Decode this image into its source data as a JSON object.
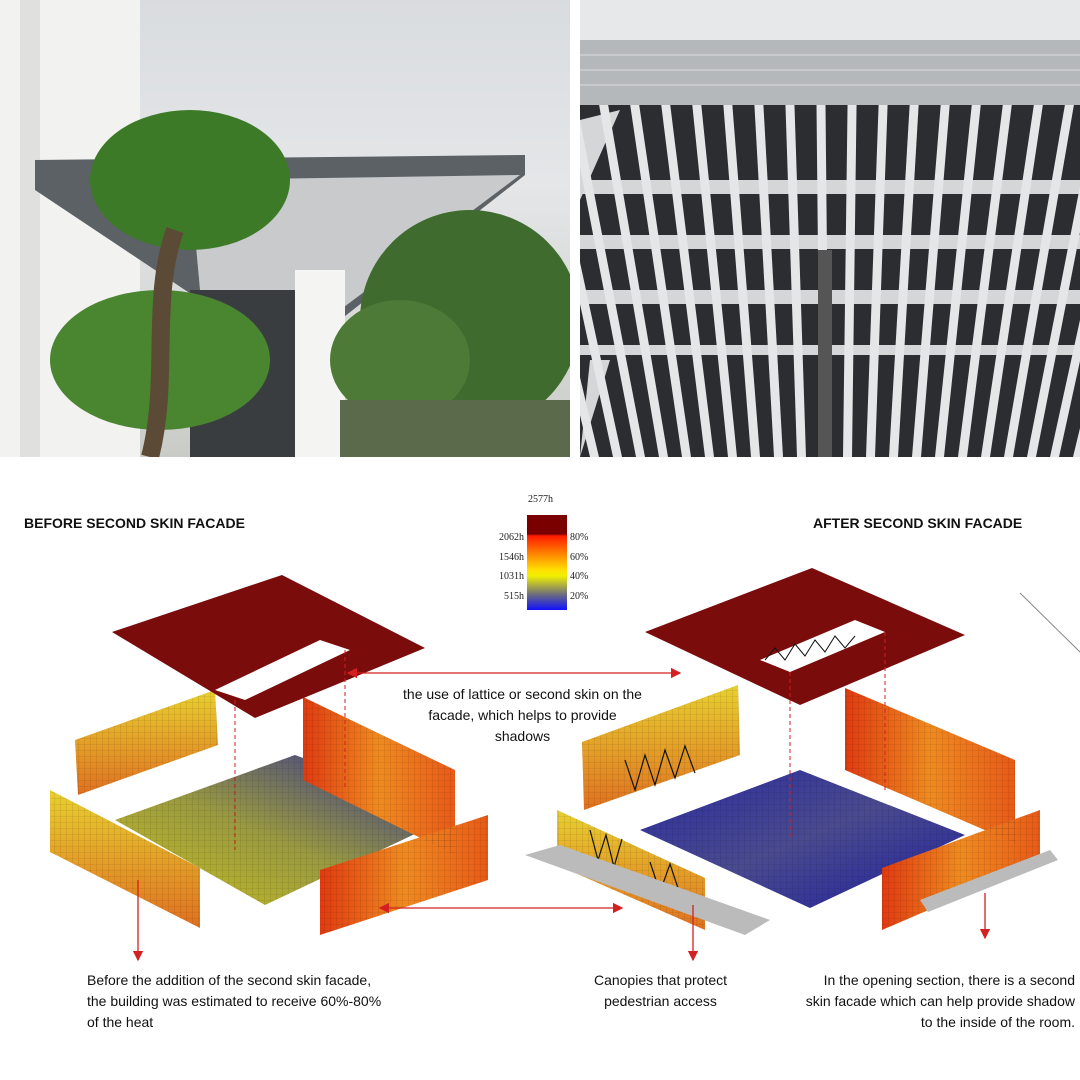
{
  "headings": {
    "before": "BEFORE SECOND SKIN FACADE",
    "after": "AFTER SECOND SKIN FACADE"
  },
  "legend": {
    "max": "2577h",
    "left_ticks": [
      "2062h",
      "1546h",
      "1031h",
      "515h"
    ],
    "right_ticks": [
      "80%",
      "60%",
      "40%",
      "20%"
    ]
  },
  "captions": {
    "lattice": [
      "the use of lattice or second skin on the",
      "facade, which helps to provide",
      "shadows"
    ],
    "before": [
      "Before the addition of the second skin facade,",
      "the building was estimated to receive 60%-80%",
      "of the heat"
    ],
    "canopies": [
      "Canopies that protect",
      "pedestrian access"
    ],
    "opening": [
      "In the opening section, there is a second",
      "skin facade which can help provide shadow",
      "to the inside of the room."
    ]
  },
  "colors": {
    "arrow": "#d42020",
    "roof": "#7a0c0c",
    "wall_hot": "#e8551a",
    "wall_warm": "#d8c020",
    "floor_cool": "#2a2a9a"
  }
}
